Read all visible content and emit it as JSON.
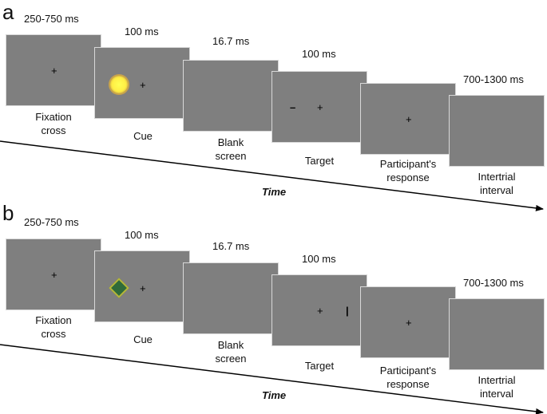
{
  "panels": [
    {
      "letter": "a",
      "time_label": "Time",
      "steps": [
        {
          "duration": "250-750 ms",
          "label": "Fixation\ncross"
        },
        {
          "duration": "100 ms",
          "label": "Cue"
        },
        {
          "duration": "16.7 ms",
          "label": "Blank\nscreen"
        },
        {
          "duration": "100 ms",
          "label": "Target"
        },
        {
          "duration": "",
          "label": "Participant's\nresponse"
        },
        {
          "duration": "700-1300 ms",
          "label": "Intertrial\ninterval"
        }
      ],
      "cue_shape": "sun",
      "target_mark": "–"
    },
    {
      "letter": "b",
      "time_label": "Time",
      "steps": [
        {
          "duration": "250-750 ms",
          "label": "Fixation\ncross"
        },
        {
          "duration": "100 ms",
          "label": "Cue"
        },
        {
          "duration": "16.7 ms",
          "label": "Blank\nscreen"
        },
        {
          "duration": "100 ms",
          "label": "Target"
        },
        {
          "duration": "",
          "label": "Participant's\nresponse"
        },
        {
          "duration": "700-1300 ms",
          "label": "Intertrial\ninterval"
        }
      ],
      "cue_shape": "diamond",
      "target_mark": "|"
    }
  ],
  "fixation_symbol": "+",
  "colors": {
    "screen": "#7f7f7f",
    "sun_cue": "#ffee44",
    "diamond_cue": "#2f6b3a",
    "arrow": "#000000"
  }
}
